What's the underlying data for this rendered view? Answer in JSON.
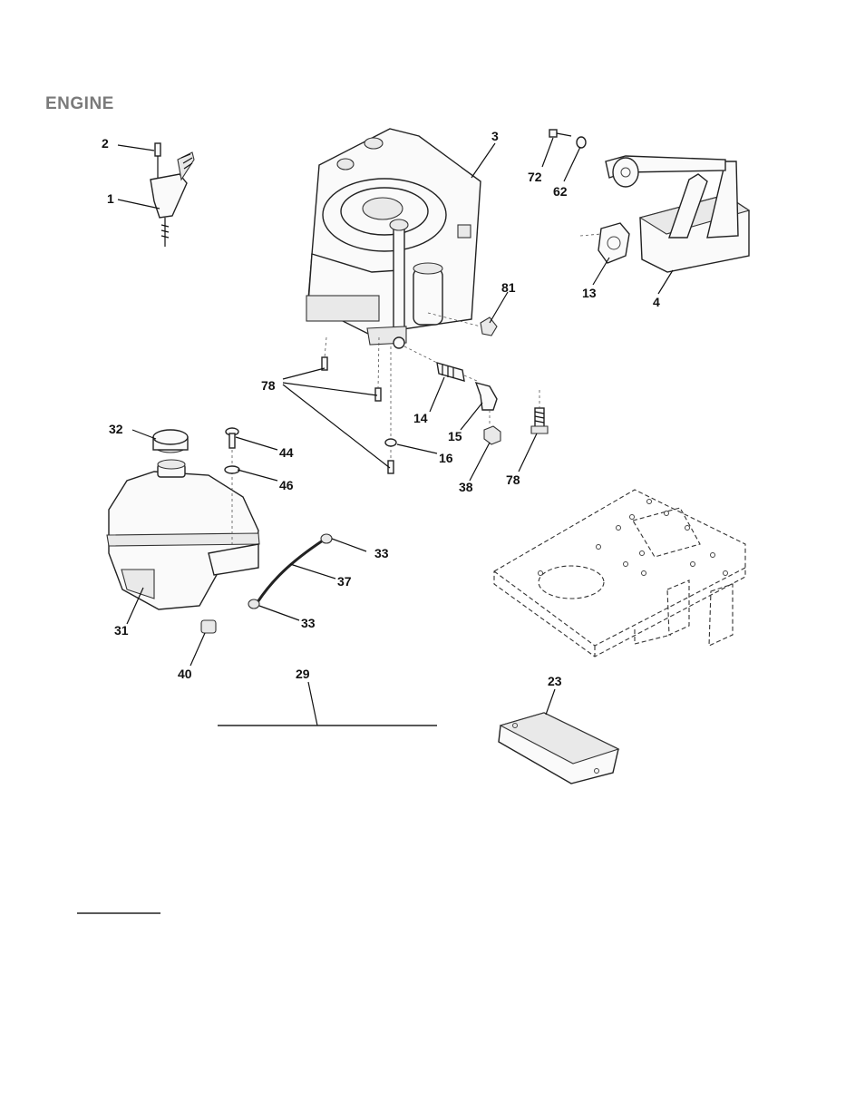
{
  "title": "ENGINE",
  "parts": {
    "p1": "1",
    "p2": "2",
    "p3": "3",
    "p4": "4",
    "p13": "13",
    "p14": "14",
    "p15": "15",
    "p16": "16",
    "p23": "23",
    "p29": "29",
    "p31": "31",
    "p32": "32",
    "p33a": "33",
    "p33b": "33",
    "p37": "37",
    "p38": "38",
    "p40": "40",
    "p44": "44",
    "p46": "46",
    "p62": "62",
    "p72": "72",
    "p78a": "78",
    "p78b": "78",
    "p81": "81"
  }
}
